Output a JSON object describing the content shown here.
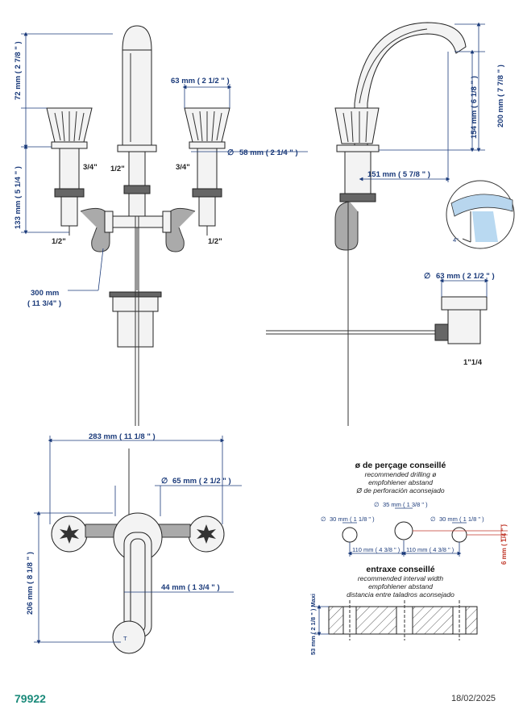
{
  "footer": {
    "code": "79922",
    "date": "18/02/2025"
  },
  "front": {
    "h_handle": "72 mm ( 2 7/8 \" )",
    "h_body": "133 mm ( 5 1/4 \" )",
    "handle_dia": "63 mm ( 2 1/2 \" )",
    "base_dia": "58 mm ( 2 1/4 \" )",
    "thread_left": "3/4\"",
    "thread_center": "1/2\"",
    "thread_right": "3/4\"",
    "conn_left": "1/2\"",
    "conn_right": "1/2\"",
    "hose_len": "300 mm",
    "hose_len_in": "( 11 3/4\" )"
  },
  "side": {
    "h_spout": "154 mm ( 6 1/8 \" )",
    "h_total": "200 mm ( 7 7/8 \" )",
    "reach": "151 mm ( 5 7/8 \" )",
    "angle": "4°",
    "waste_dia": "63 mm ( 2 1/2 \" )",
    "waste_thread": "1\"1/4"
  },
  "top": {
    "width": "283 mm ( 11 1/8 \" )",
    "spout_dia": "65 mm ( 2 1/2 \" )",
    "depth": "206 mm ( 8 1/8 \" )",
    "spout_w": "44 mm ( 1 3/4 \" )"
  },
  "drilling": {
    "title": "ø de perçage conseillé",
    "sub1": "recommended drilling ø",
    "sub2": "empfohlener abstand",
    "sub3": "Ø de perforación aconsejado",
    "d_left": "30 mm ( 1 1/8 \" )",
    "d_center": "35 mm ( 1 3/8 \" )",
    "d_right": "30 mm ( 1 1/8 \" )",
    "pitch_left": "110 mm ( 4 3/8 \" )",
    "pitch_right": "110 mm ( 4 3/8 \" )",
    "offset": "6 mm ( 1/4 \" )"
  },
  "interval": {
    "title": "entraxe conseillé",
    "sub1": "recommended interval width",
    "sub2": "empfohlener abstand",
    "sub3": "distancia entre taladros aconsejado",
    "max_thick": "53 mm ( 2 1/8 \" ) Maxi"
  }
}
